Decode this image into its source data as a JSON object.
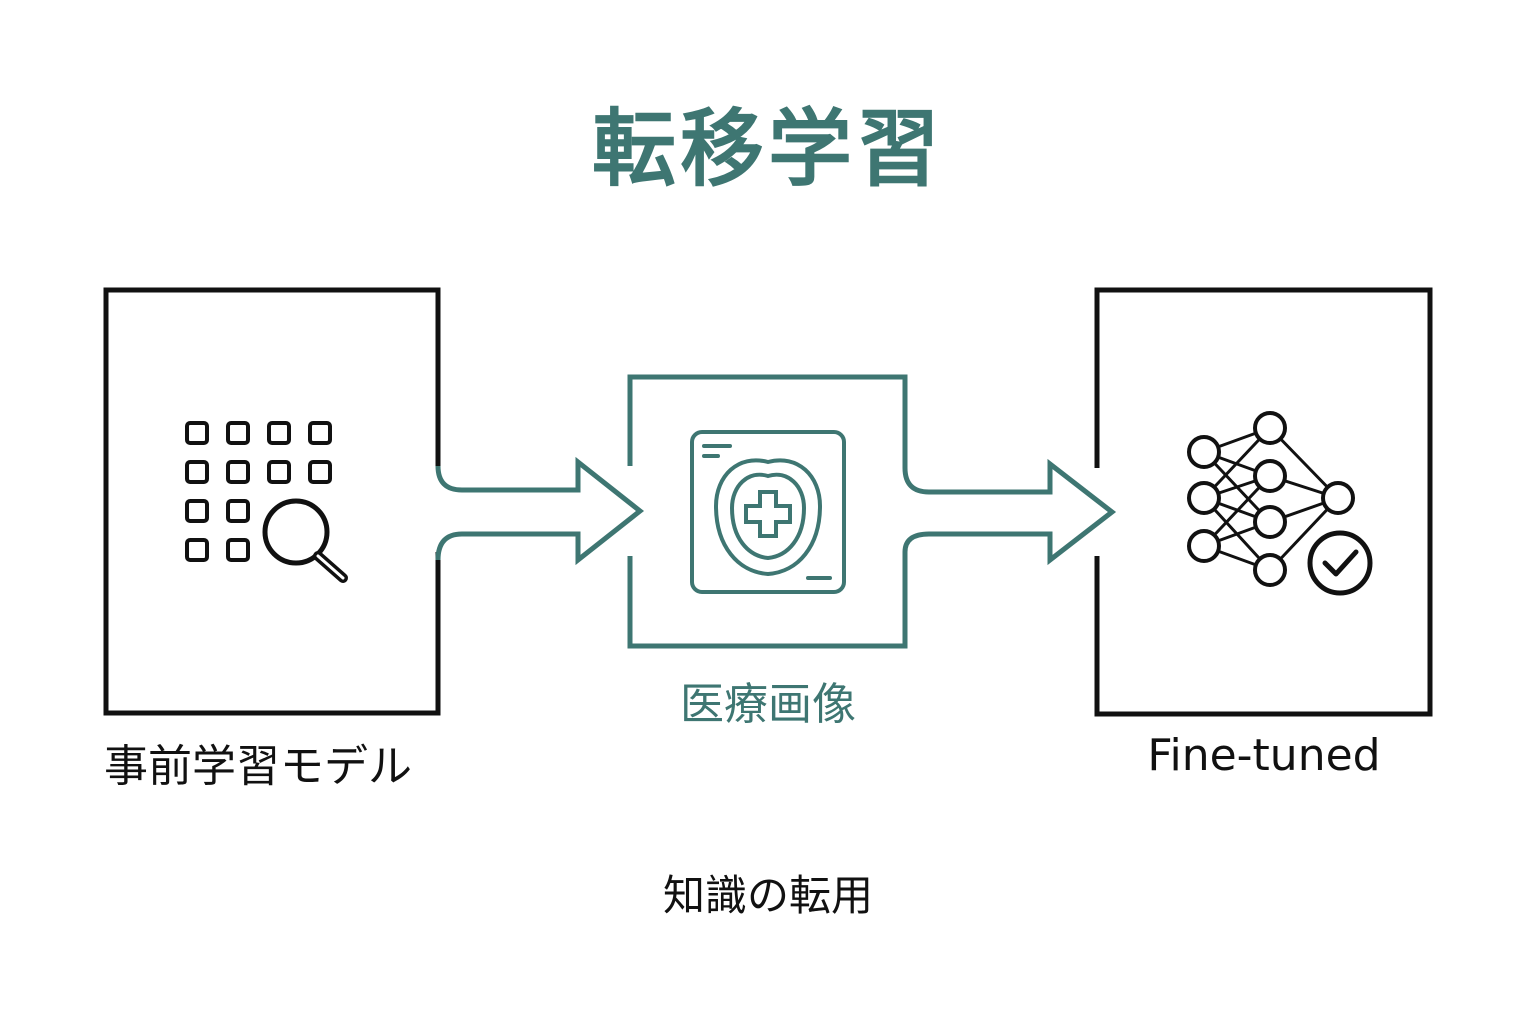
{
  "title": "転移学習",
  "nodes": {
    "pretrained": {
      "label": "事前学習モデル",
      "icon": "data-grid-search-icon"
    },
    "medical": {
      "label": "医療画像",
      "icon": "brain-scan-medical-icon"
    },
    "finetuned": {
      "label": "Fine-tuned",
      "icon": "neural-network-check-icon"
    }
  },
  "footer": "知識の転用",
  "colors": {
    "accent": "#3e7672",
    "ink": "#111111",
    "background": "#ffffff"
  }
}
